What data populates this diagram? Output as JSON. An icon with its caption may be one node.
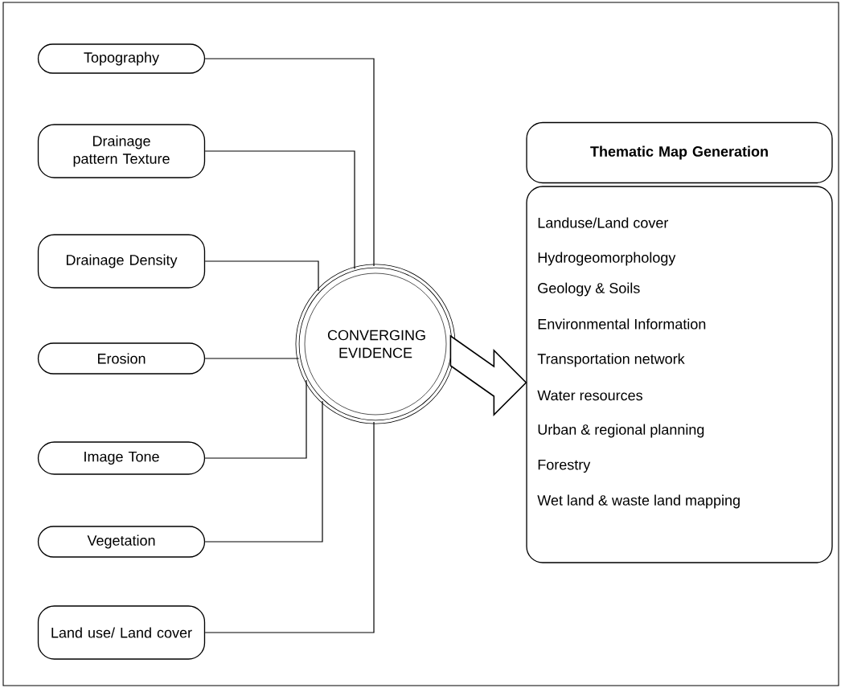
{
  "diagram": {
    "nodes": [
      {
        "text": [
          "Topography"
        ]
      },
      {
        "text": [
          "Drainage pattern Texture"
        ]
      },
      {
        "text": [
          "Drainage Density"
        ]
      },
      {
        "text": [
          "Erosion"
        ]
      },
      {
        "text": [
          "Image Tone"
        ]
      },
      {
        "text": [
          "Vegetation"
        ]
      },
      {
        "text": [
          "Land use/ Land cover"
        ]
      },
      {
        "text": [
          "CONVERGING EVIDENCE"
        ]
      },
      {
        "text": [
          "Thematic Map Generation"
        ]
      },
      {
        "text": [
          "Landuse/Land cover",
          "Hydrogeomorphology",
          "Geology & Soils",
          "Environmental Information",
          "Transportation network",
          "Water resources",
          "Urban & regional planning",
          "Forestry",
          "Wet land & waste land mapping"
        ]
      }
    ],
    "edges": [
      {
        "from": 0,
        "to": 7,
        "arrow": "none"
      },
      {
        "from": 1,
        "to": 7,
        "arrow": "none"
      },
      {
        "from": 2,
        "to": 7,
        "arrow": "none"
      },
      {
        "from": 3,
        "to": 7,
        "arrow": "none"
      },
      {
        "from": 4,
        "to": 7,
        "arrow": "none"
      },
      {
        "from": 5,
        "to": 7,
        "arrow": "none"
      },
      {
        "from": 6,
        "to": 7,
        "arrow": "none"
      },
      {
        "from": 7,
        "to": 9,
        "arrow": "to",
        "style": "thick"
      }
    ]
  }
}
